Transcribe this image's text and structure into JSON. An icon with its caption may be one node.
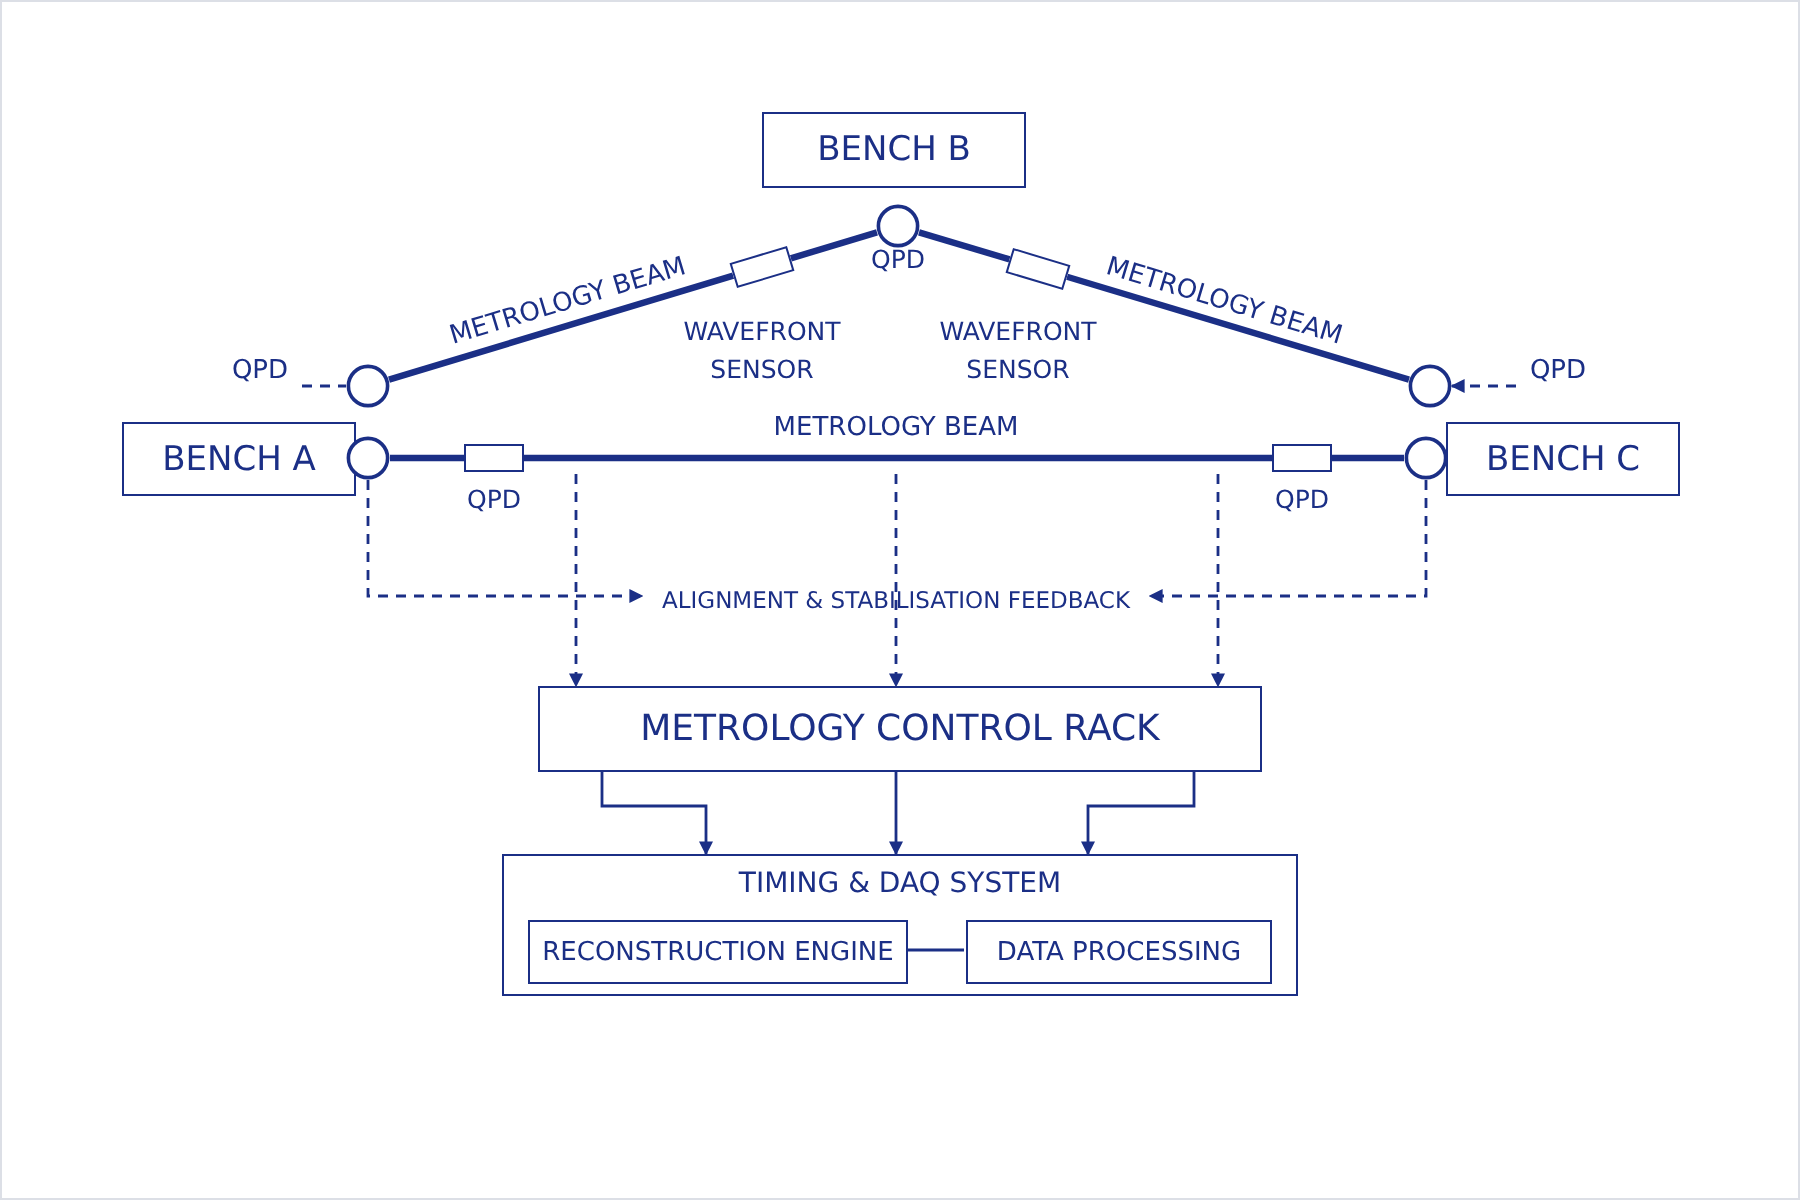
{
  "diagram": {
    "nodes": [
      {
        "text": [
          "BENCH B"
        ]
      },
      {
        "text": [
          "BENCH A"
        ]
      },
      {
        "text": [
          "BENCH C"
        ]
      },
      {
        "text": [],
        "shape": "circle",
        "beside": [
          "QPD"
        ]
      },
      {
        "text": [],
        "shape": "circle"
      },
      {
        "text": [],
        "shape": "circle"
      },
      {
        "text": [],
        "shape": "circle"
      },
      {
        "text": [],
        "shape": "circle"
      },
      {
        "text": [],
        "shape": "box",
        "beside": [
          "WAVEFRONT SENSOR"
        ]
      },
      {
        "text": [],
        "shape": "box",
        "beside": [
          "WAVEFRONT SENSOR"
        ]
      },
      {
        "text": [],
        "shape": "box",
        "beside": [
          "QPD"
        ]
      },
      {
        "text": [],
        "shape": "box",
        "beside": [
          "QPD"
        ]
      },
      {
        "text": [
          "QPD"
        ]
      },
      {
        "text": [
          "QPD"
        ]
      },
      {
        "text": [
          "ALIGNMENT & STABILISATION FEEDBACK"
        ]
      },
      {
        "text": [
          "METROLOGY CONTROL RACK"
        ]
      },
      {
        "text": [
          "TIMING & DAQ SYSTEM"
        ]
      },
      {
        "text": [
          "RECONSTRUCTION ENGINE"
        ],
        "in": 16
      },
      {
        "text": [
          "DATA PROCESSING"
        ],
        "in": 16
      }
    ],
    "edges": [
      {
        "from": 4,
        "to": 8,
        "arrow": "none",
        "label": "METROLOGY BEAM",
        "style": "thick"
      },
      {
        "from": 8,
        "to": 3,
        "arrow": "none",
        "style": "thick"
      },
      {
        "from": 3,
        "to": 9,
        "arrow": "none",
        "style": "thick"
      },
      {
        "from": 9,
        "to": 5,
        "arrow": "none",
        "label": "METROLOGY BEAM",
        "style": "thick"
      },
      {
        "from": 6,
        "to": 10,
        "arrow": "none",
        "style": "thick"
      },
      {
        "from": 10,
        "to": 11,
        "arrow": "none",
        "label": "METROLOGY BEAM",
        "style": "thick"
      },
      {
        "from": 11,
        "to": 7,
        "arrow": "none",
        "style": "thick"
      },
      {
        "from": 12,
        "to": 4,
        "arrow": "none",
        "style": "dashed"
      },
      {
        "from": 13,
        "to": 5,
        "arrow": "to",
        "style": "dashed"
      },
      {
        "from": 6,
        "to": 14,
        "arrow": "to",
        "style": "dashed"
      },
      {
        "from": 7,
        "to": 14,
        "arrow": "to",
        "style": "dashed"
      },
      {
        "from": null,
        "to": 15,
        "arrow": "to",
        "style": "dashed"
      },
      {
        "from": null,
        "to": 15,
        "arrow": "to",
        "style": "dashed"
      },
      {
        "from": null,
        "to": 15,
        "arrow": "to",
        "style": "dashed"
      },
      {
        "from": 15,
        "to": 16,
        "arrow": "to"
      },
      {
        "from": 15,
        "to": 16,
        "arrow": "to"
      },
      {
        "from": 15,
        "to": 16,
        "arrow": "to"
      },
      {
        "from": 17,
        "to": 18,
        "arrow": "other"
      }
    ]
  }
}
